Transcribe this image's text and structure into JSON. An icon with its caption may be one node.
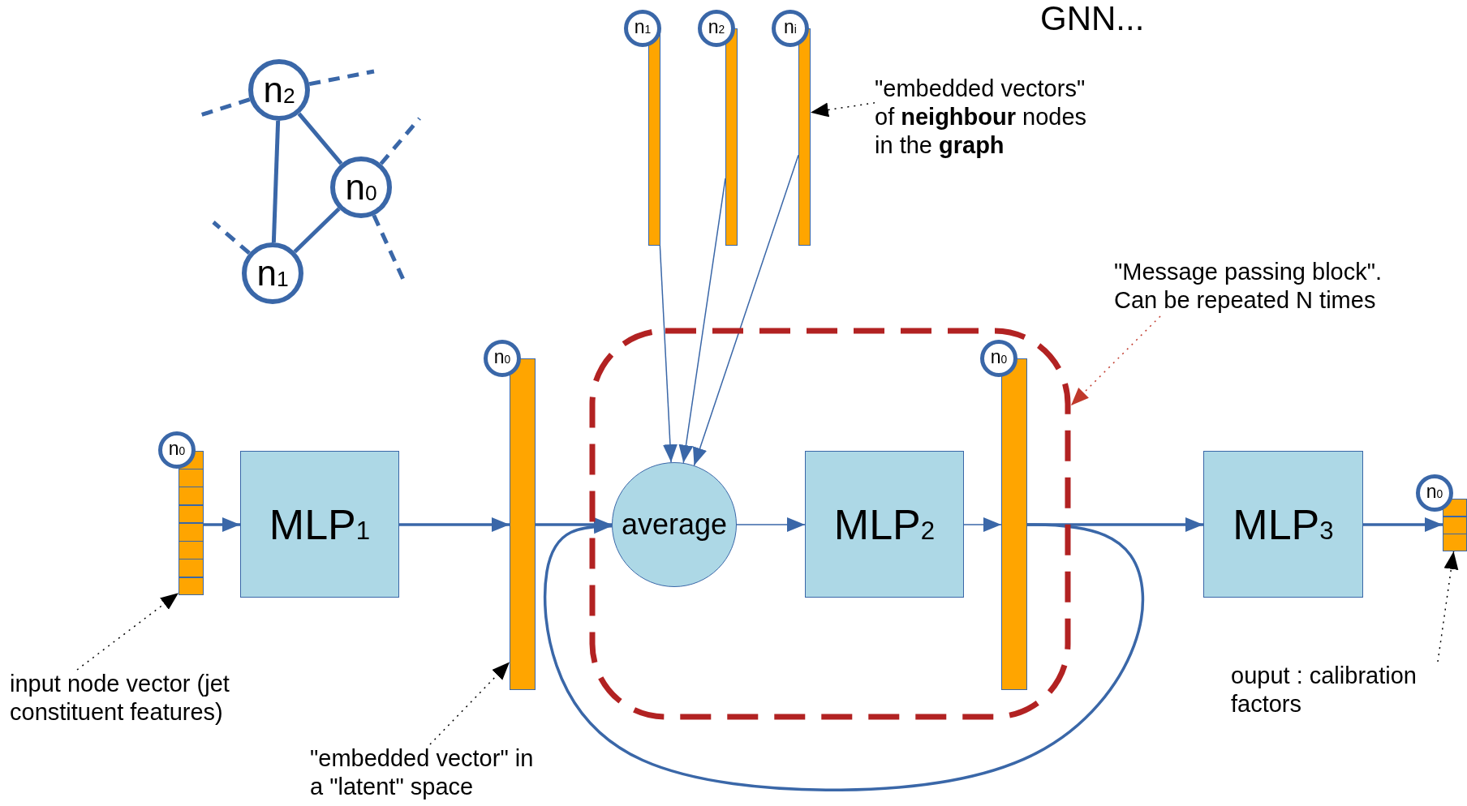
{
  "diagram": {
    "title": "GNN...",
    "nodes": [
      {
        "text": [
          "n$_{2}$"
        ]
      },
      {
        "text": [
          "n$_{0}$"
        ]
      },
      {
        "text": [
          "n$_{1}$"
        ]
      },
      {
        "text": [
          "n$_{1}$"
        ]
      },
      {
        "text": [
          "n$_{2}$"
        ]
      },
      {
        "text": [
          "n$_{i}$"
        ]
      },
      {
        "text": [
          "\"embedded vectors\" of **neighbour** nodes in the **graph**"
        ]
      },
      {
        "text": [
          "\"Message passing block\". Can be repeated N times"
        ]
      },
      {
        "text": [
          "n$_{0}$"
        ]
      },
      {
        "text": [
          "MLP$_{1}$"
        ]
      },
      {
        "text": [
          "n$_{0}$"
        ]
      },
      {
        "text": [],
        "shape": "box"
      },
      {
        "text": [
          "average"
        ],
        "in": 11
      },
      {
        "text": [
          "MLP$_{2}$"
        ],
        "in": 11
      },
      {
        "text": [
          "n$_{0}$"
        ],
        "in": 11
      },
      {
        "text": [
          "MLP$_{3}$"
        ]
      },
      {
        "text": [
          "n$_{0}$"
        ]
      },
      {
        "text": [
          "input node vector (jet constituent features)"
        ]
      },
      {
        "text": [
          "\"embedded vector\" in a \"latent\" space"
        ]
      },
      {
        "text": [
          "ouput : calibration factors"
        ]
      }
    ],
    "edges": [
      {
        "from": 0,
        "to": 2,
        "arrow": "none"
      },
      {
        "from": 0,
        "to": 1,
        "arrow": "none"
      },
      {
        "from": 1,
        "to": 2,
        "arrow": "none"
      },
      {
        "from": 0,
        "to": null,
        "arrow": "none",
        "style": "dashed"
      },
      {
        "from": 0,
        "to": null,
        "arrow": "none",
        "style": "dashed"
      },
      {
        "from": 1,
        "to": null,
        "arrow": "none",
        "style": "dashed"
      },
      {
        "from": 1,
        "to": null,
        "arrow": "none",
        "style": "dashed"
      },
      {
        "from": 2,
        "to": null,
        "arrow": "none",
        "style": "dashed"
      },
      {
        "from": 3,
        "to": 12,
        "arrow": "to"
      },
      {
        "from": 4,
        "to": 12,
        "arrow": "to"
      },
      {
        "from": 5,
        "to": 12,
        "arrow": "to"
      },
      {
        "from": 6,
        "to": 5,
        "arrow": "to",
        "style": "dashed",
        "color": "#000000"
      },
      {
        "from": 7,
        "to": 11,
        "arrow": "to",
        "style": "dashed",
        "color": "#c0392b"
      },
      {
        "from": 8,
        "to": 9,
        "arrow": "to"
      },
      {
        "from": 9,
        "to": 10,
        "arrow": "to"
      },
      {
        "from": 10,
        "to": 12,
        "arrow": "to"
      },
      {
        "from": 12,
        "to": 13,
        "arrow": "to"
      },
      {
        "from": 13,
        "to": 14,
        "arrow": "to"
      },
      {
        "from": 14,
        "to": 15,
        "arrow": "to"
      },
      {
        "from": 14,
        "to": 12,
        "arrow": "to"
      },
      {
        "from": 15,
        "to": 16,
        "arrow": "to"
      },
      {
        "from": 17,
        "to": 8,
        "arrow": "to",
        "style": "dashed",
        "color": "#000000"
      },
      {
        "from": 18,
        "to": 10,
        "arrow": "to",
        "style": "dashed",
        "color": "#000000"
      },
      {
        "from": 19,
        "to": 16,
        "arrow": "to",
        "style": "dashed",
        "color": "#000000"
      }
    ]
  }
}
